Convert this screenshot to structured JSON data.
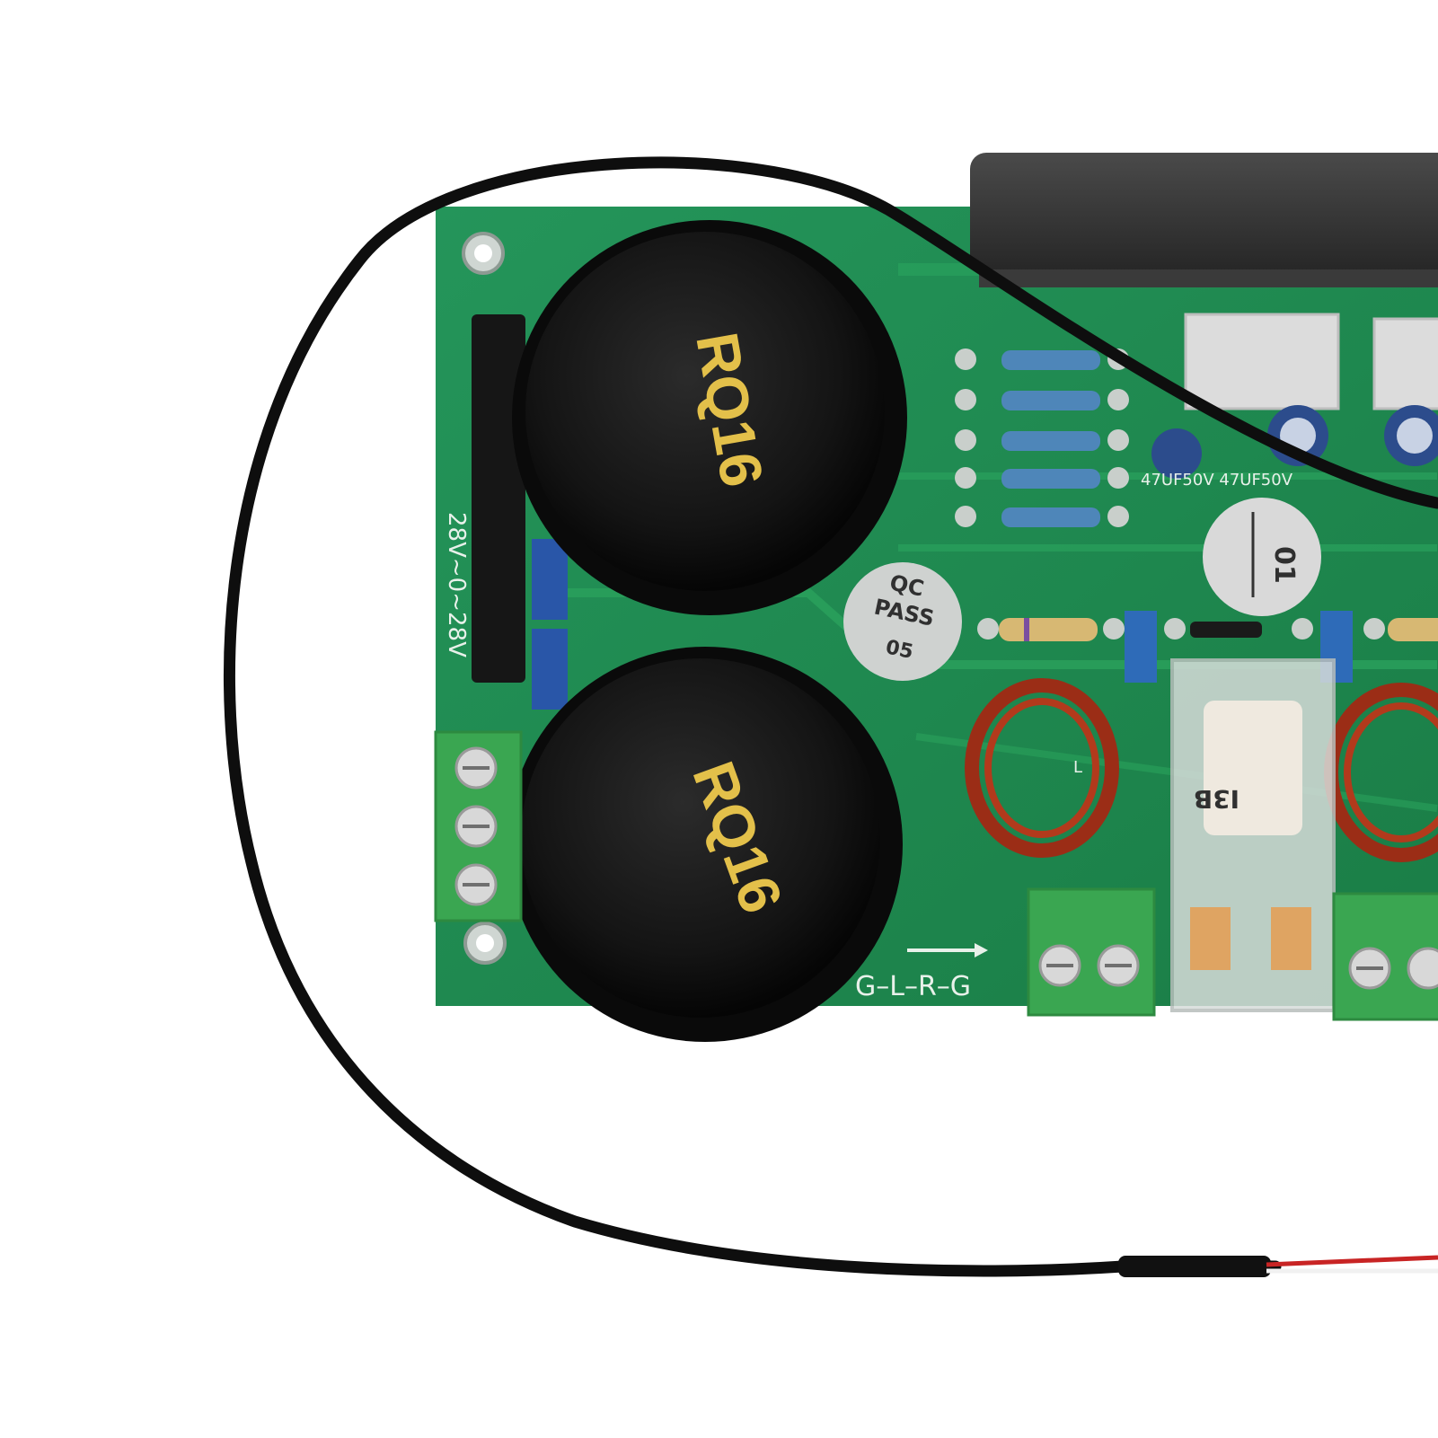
{
  "photo": {
    "capacitor_top_label": "RQ16",
    "capacitor_bottom_label": "RQ16",
    "qc_line1": "QC",
    "qc_line2": "PASS",
    "qc_line3": "05",
    "power_silkscreen": "28V~0~28V",
    "output_silkscreen": "G–L–R–G",
    "cap_values": "47UF50V  47UF50V",
    "round_sticker": "01",
    "relay_marking": "I3B",
    "inductor_mark": "L"
  },
  "colors": {
    "background": "#ffffff",
    "pcb": "#1f8a4c",
    "trace": "#2aa15c",
    "capacitor": "#131313",
    "terminal": "#39a84f",
    "cable": "#0e0e0e"
  }
}
